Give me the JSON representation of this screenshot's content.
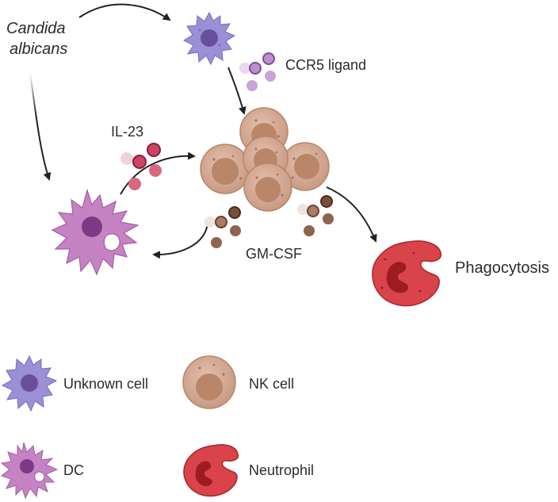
{
  "labels": {
    "pathogen_line1": "Candida",
    "pathogen_line2": "albicans",
    "il23": "IL-23",
    "ccr5": "CCR5 ligand",
    "gmcsf": "GM-CSF",
    "phagocytosis": "Phagocytosis"
  },
  "legend": [
    {
      "icon": "unknown-cell-icon",
      "label": "Unknown cell"
    },
    {
      "icon": "nk-cell-icon",
      "label": "NK cell"
    },
    {
      "icon": "dc-icon",
      "label": "DC"
    },
    {
      "icon": "neutrophil-icon",
      "label": "Neutrophil"
    }
  ],
  "colors": {
    "unknown_cell": "#9b8fd6",
    "unknown_nucleus": "#6a4e9e",
    "dc": "#c583c3",
    "dc_nucleus": "#7c3a86",
    "nk_cell": "#d8ad98",
    "nk_nucleus": "#b98669",
    "neutrophil": "#d9434a",
    "neutrophil_nucleus": "#9e1b22",
    "ccr5_ligand": "#b98fcc",
    "il23": "#c94664",
    "gmcsf": "#7a4f3a",
    "arrow": "#222222"
  }
}
